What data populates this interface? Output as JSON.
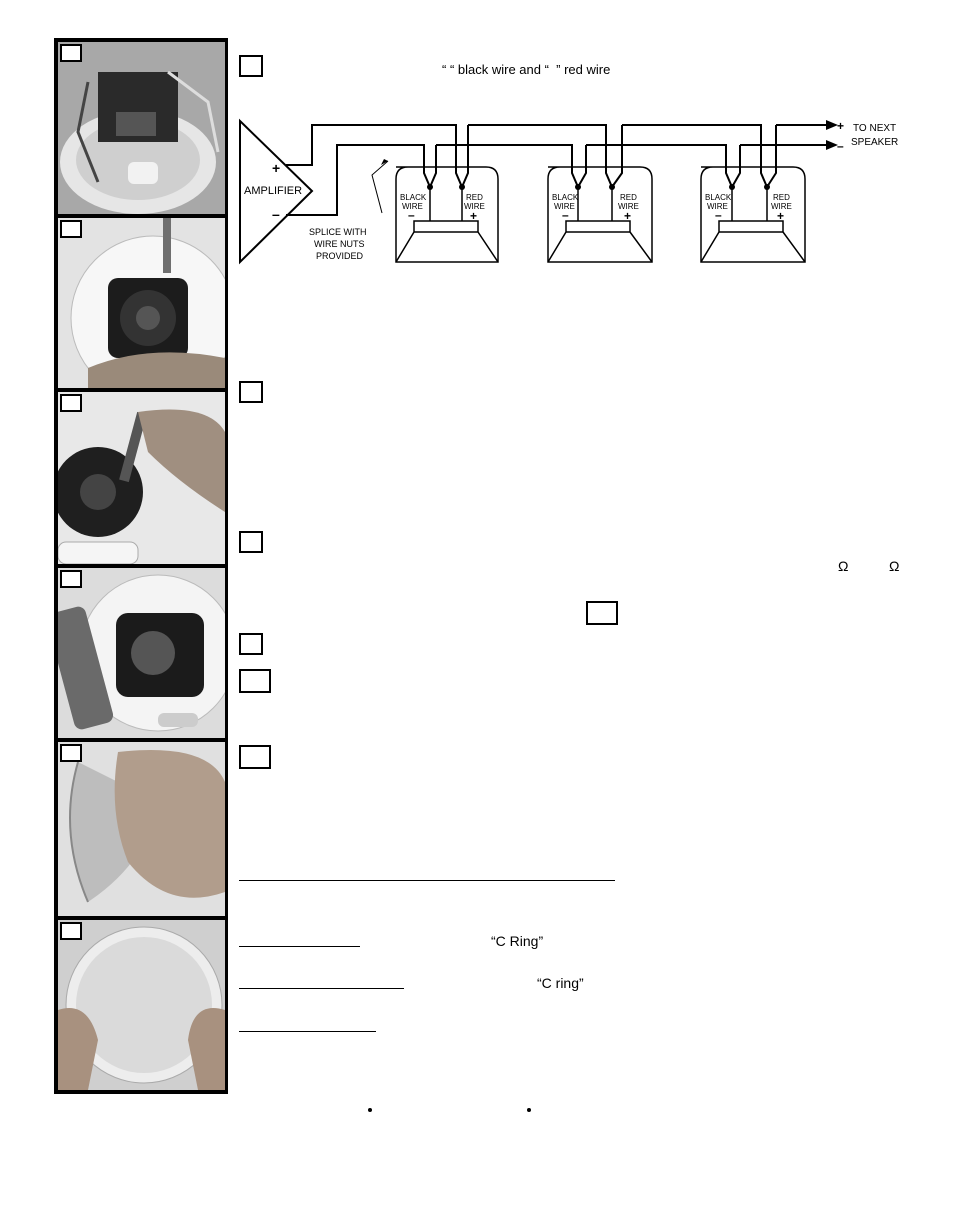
{
  "step1_text": "“ “ black wire and “  ” red wire",
  "diagram": {
    "amplifier_label": "AMPLIFIER",
    "plus": "+",
    "minus": "–",
    "splice_label_lines": [
      "SPLICE WITH",
      "WIRE NUTS",
      "PROVIDED"
    ],
    "to_next_lines": [
      "TO NEXT",
      "SPEAKER"
    ],
    "black_wire_lines": [
      "BLACK",
      "WIRE"
    ],
    "red_wire_lines": [
      "RED",
      "WIRE"
    ]
  },
  "ohm_symbols": [
    "Ω",
    "Ω"
  ],
  "c_ring_1": "“C Ring”",
  "c_ring_2": "“C ring”",
  "colors": {
    "ink": "#000000",
    "paper": "#ffffff"
  }
}
